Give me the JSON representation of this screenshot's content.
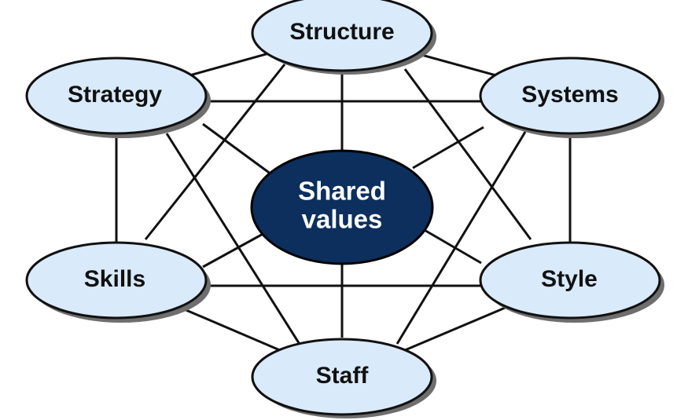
{
  "diagram": {
    "center": {
      "line1": "Shared",
      "line2": "values"
    },
    "nodes": {
      "structure": "Structure",
      "strategy": "Strategy",
      "systems": "Systems",
      "skills": "Skills",
      "style": "Style",
      "staff": "Staff"
    }
  },
  "colors": {
    "node_fill": "#d9eafb",
    "center_fill": "#0c2f5e",
    "line": "#111111",
    "center_text": "#ffffff"
  }
}
